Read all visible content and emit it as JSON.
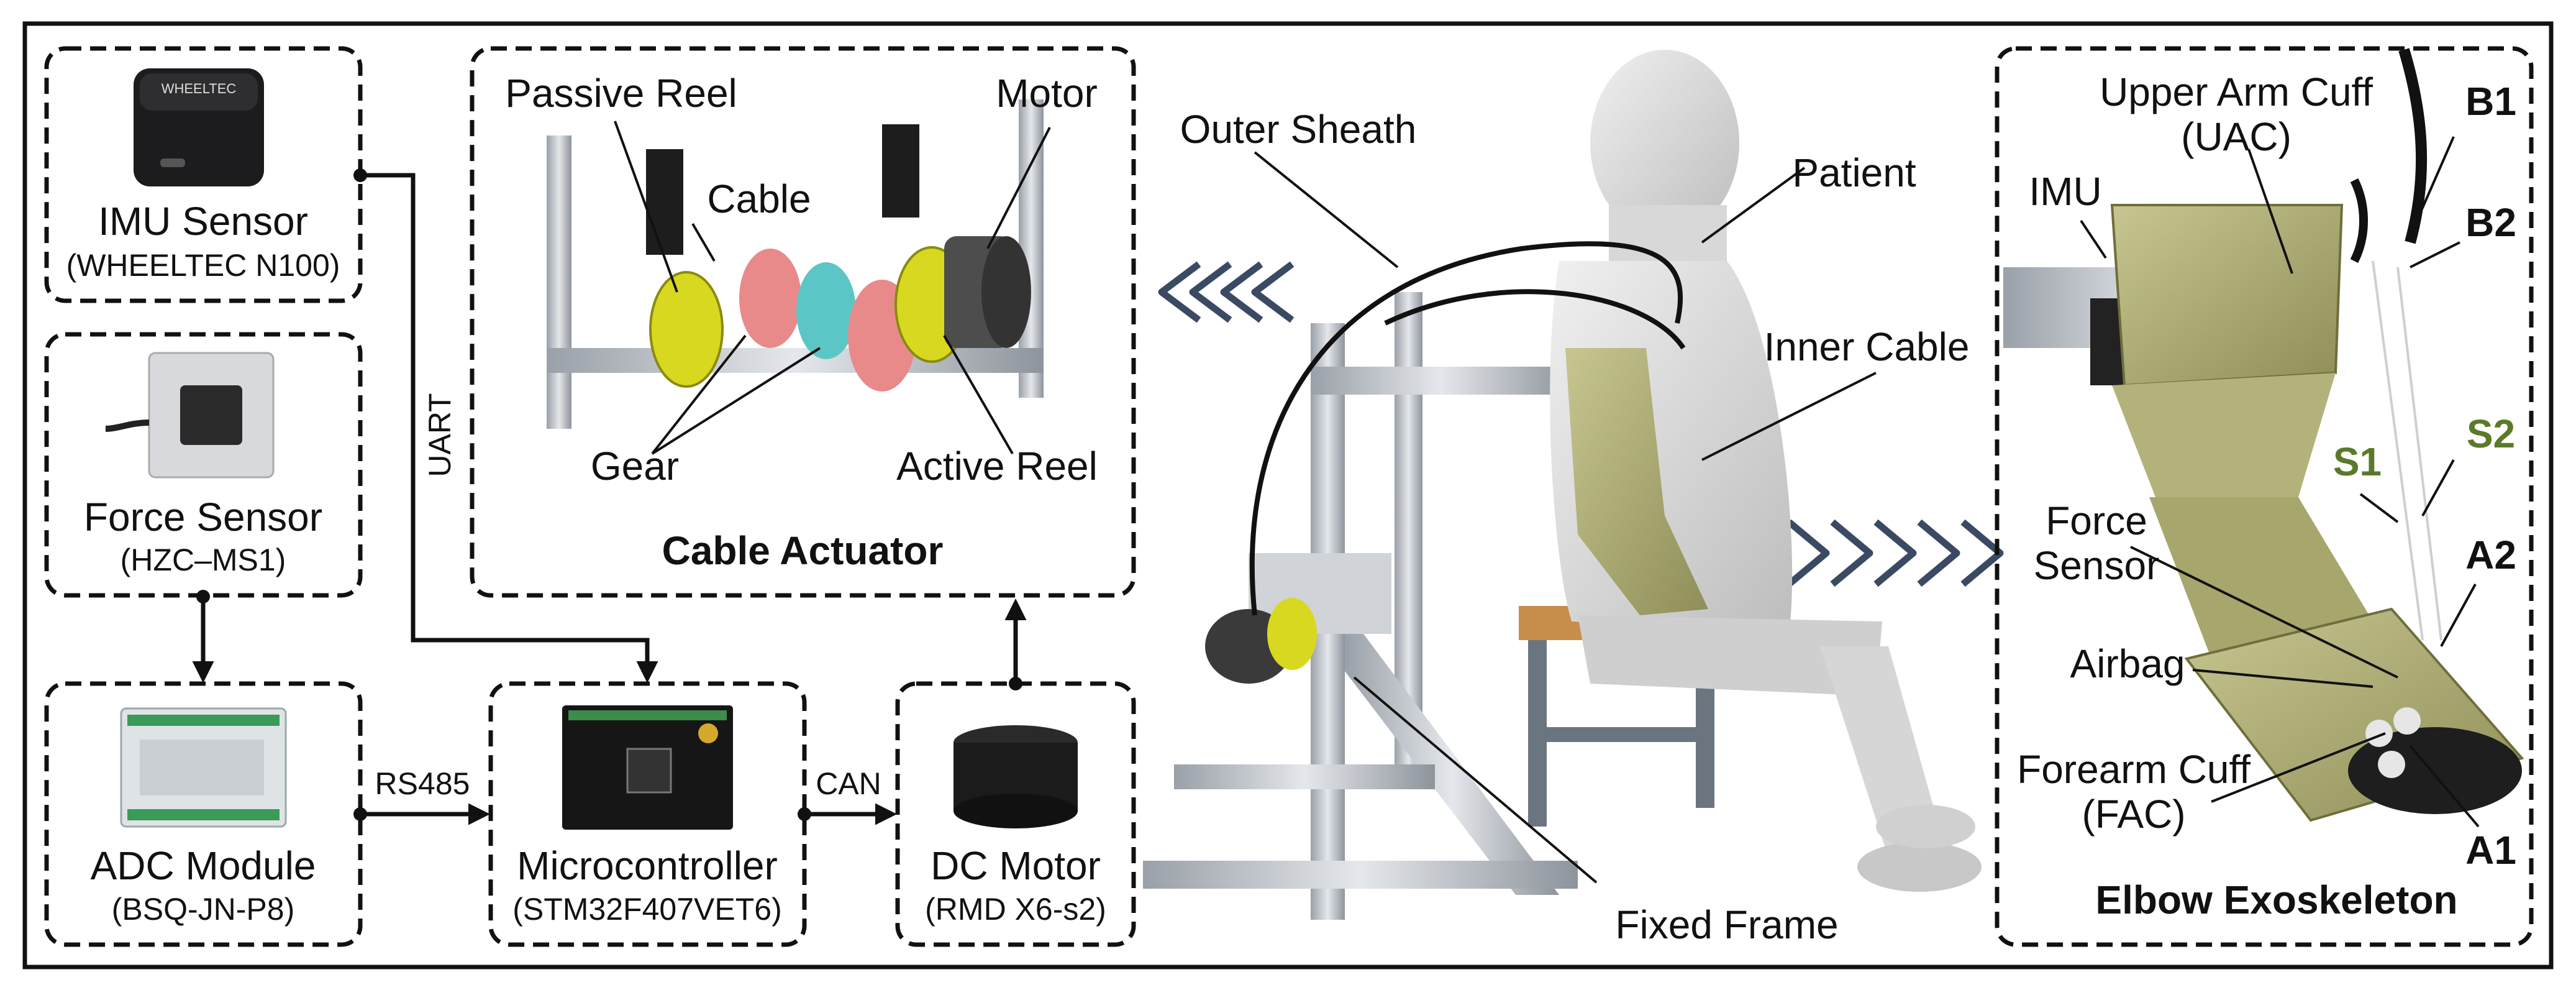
{
  "modules": {
    "imu": {
      "name": "IMU Sensor",
      "model": "(WHEELTEC N100)",
      "device_text": "WHEELTEC"
    },
    "force": {
      "name": "Force Sensor",
      "model": "(HZC–MS1)"
    },
    "adc": {
      "name": "ADC Module",
      "model": "(BSQ-JN-P8)"
    },
    "mcu": {
      "name": "Microcontroller",
      "model": "(STM32F407VET6)"
    },
    "motor": {
      "name": "DC Motor",
      "model": "(RMD X6-s2)"
    }
  },
  "links": {
    "uart": "UART",
    "rs485": "RS485",
    "can": "CAN"
  },
  "actuator": {
    "title": "Cable Actuator",
    "passive_reel": "Passive Reel",
    "motor": "Motor",
    "cable": "Cable",
    "gear": "Gear",
    "active_reel": "Active Reel"
  },
  "setup": {
    "outer_sheath": "Outer Sheath",
    "patient": "Patient",
    "inner_cable": "Inner Cable",
    "fixed_frame": "Fixed Frame"
  },
  "exo": {
    "title": "Elbow Exoskeleton",
    "uac_line1": "Upper Arm Cuff",
    "uac_line2": "(UAC)",
    "imu": "IMU",
    "b1": "B1",
    "b2": "B2",
    "s1": "S1",
    "s2": "S2",
    "force_line1": "Force",
    "force_line2": "Sensor",
    "a2": "A2",
    "airbag": "Airbag",
    "fac_line1": "Forearm Cuff",
    "fac_line2": "(FAC)",
    "a1": "A1"
  },
  "colors": {
    "gear": "#e88a8a",
    "reel": "#d8d820",
    "teal": "#5cc6c6",
    "exo": "#a9a86a",
    "aluminium": "#c8ccd2",
    "chevron": "#3b4a63"
  }
}
